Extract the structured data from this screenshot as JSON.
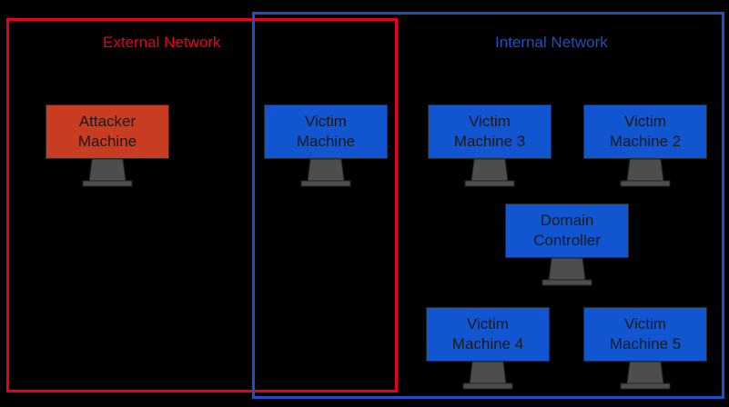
{
  "zones": {
    "external": {
      "label": "External Network",
      "color": "#e8001c"
    },
    "internal": {
      "label": "Internal Network",
      "color": "#1f4fc4"
    }
  },
  "colors": {
    "attacker": "#c83c22",
    "victim": "#1255d0",
    "monitor_stand": "#4d4d4d"
  },
  "machines": {
    "attacker": {
      "line1": "Attacker",
      "line2": "Machine",
      "icon": "monitor-icon"
    },
    "victim": {
      "line1": "Victim",
      "line2": "Machine",
      "icon": "monitor-icon"
    },
    "victim3": {
      "line1": "Victim",
      "line2": "Machine 3",
      "icon": "monitor-icon"
    },
    "victim2": {
      "line1": "Victim",
      "line2": "Machine 2",
      "icon": "monitor-icon"
    },
    "dc": {
      "line1": "Domain",
      "line2": "Controller",
      "icon": "monitor-icon"
    },
    "victim4": {
      "line1": "Victim",
      "line2": "Machine 4",
      "icon": "monitor-icon"
    },
    "victim5": {
      "line1": "Victim",
      "line2": "Machine 5",
      "icon": "monitor-icon"
    }
  }
}
